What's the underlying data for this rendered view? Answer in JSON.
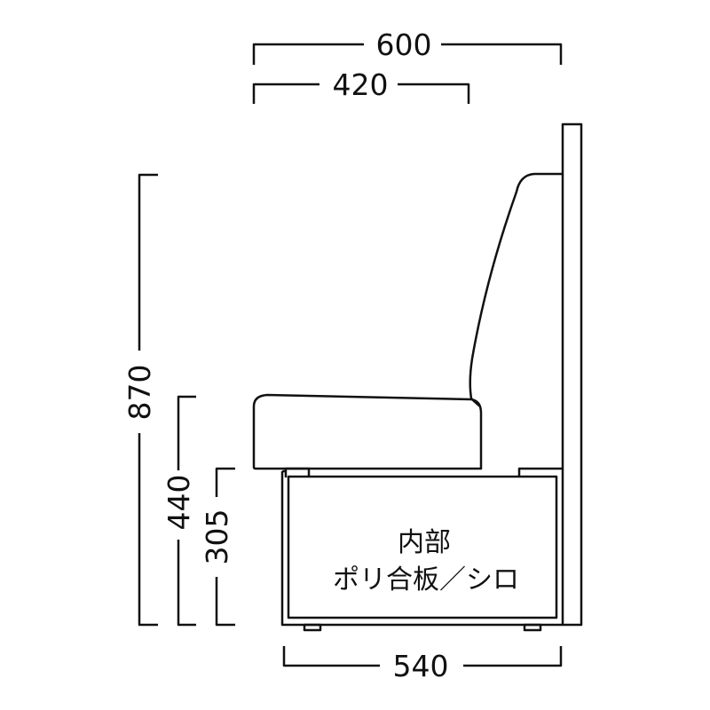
{
  "dimensions": {
    "overall_depth": "600",
    "seat_depth": "420",
    "base_depth": "540",
    "overall_height": "870",
    "seat_height": "440",
    "base_height": "305"
  },
  "note": {
    "line1": "内部",
    "line2": "ポリ合板／シロ"
  },
  "colors": {
    "line": "#111111",
    "background": "#ffffff"
  }
}
